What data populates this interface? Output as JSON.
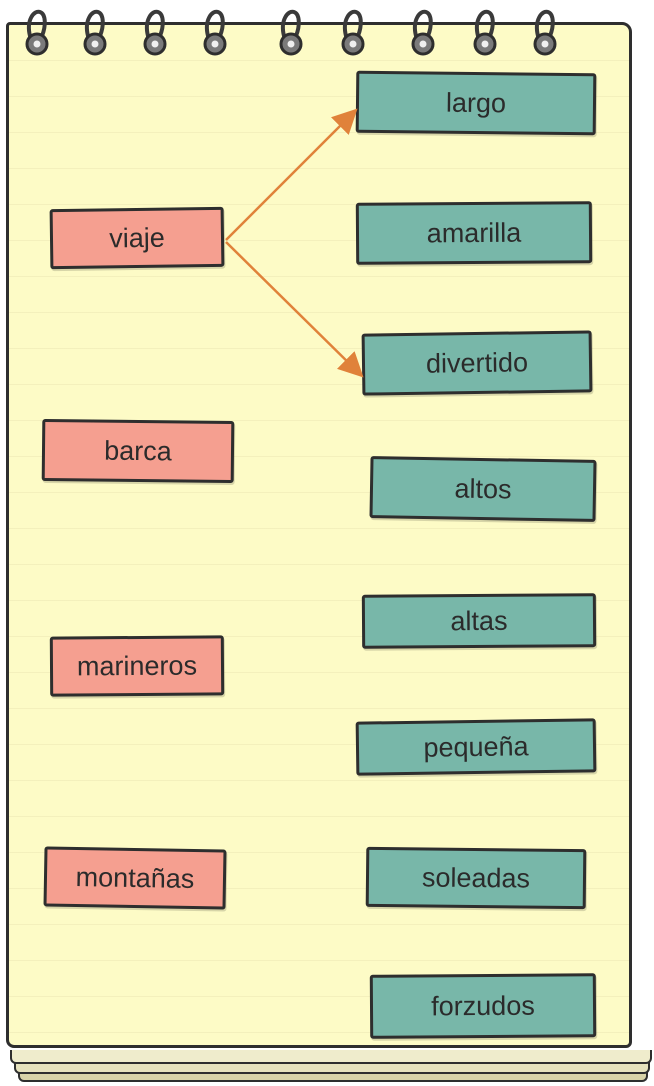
{
  "colors": {
    "paper": "#fdfbc6",
    "left_box": "#f59f90",
    "right_box": "#78b7a9",
    "outline": "#2e2e2e",
    "arrow": "#e0823a"
  },
  "icons": {
    "rings": "spiral-binding-ring-icon"
  },
  "left_words": [
    {
      "text": "viaje"
    },
    {
      "text": "barca"
    },
    {
      "text": "marineros"
    },
    {
      "text": "montañas"
    }
  ],
  "right_words": [
    {
      "text": "largo"
    },
    {
      "text": "amarilla"
    },
    {
      "text": "divertido"
    },
    {
      "text": "altos"
    },
    {
      "text": "altas"
    },
    {
      "text": "pequeña"
    },
    {
      "text": "soleadas"
    },
    {
      "text": "forzudos"
    }
  ],
  "connections": [
    {
      "from": "viaje",
      "to": "largo"
    },
    {
      "from": "viaje",
      "to": "divertido"
    }
  ]
}
